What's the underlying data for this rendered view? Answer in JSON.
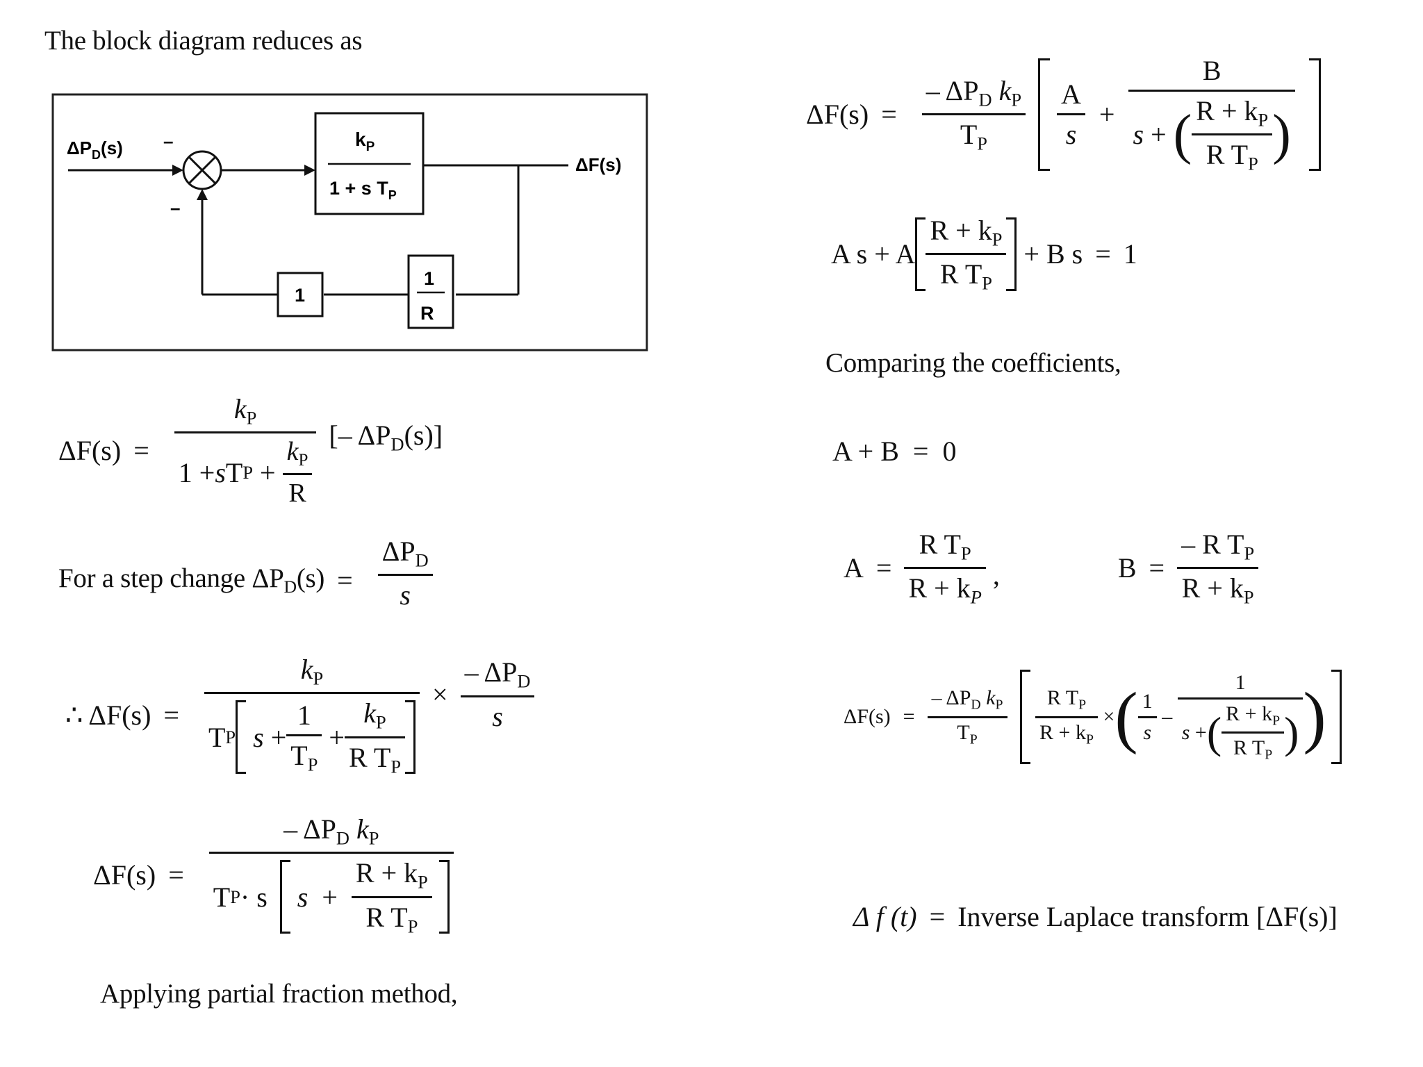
{
  "left": {
    "intro": "The block diagram reduces as",
    "diagram": {
      "input": "ΔP",
      "input_sub": "D",
      "input_arg": "(s)",
      "minus_top": "–",
      "minus_bottom": "–",
      "plant_num": "k",
      "plant_num_sub": "P",
      "plant_den": "1 + s T",
      "plant_den_sub": "P",
      "output": "ΔF(s)",
      "gain_one": "1",
      "droop_num": "1",
      "droop_den": "R"
    },
    "eq1": {
      "lhs": "ΔF(s)",
      "num": "k",
      "den_a": "1 + ",
      "den_s": "s",
      "den_t": " T",
      "inner_num": "k",
      "inner_den": "R",
      "rhs": "[– ΔP",
      "rhs_arg": "(s)]"
    },
    "step": {
      "text": "For a step change  ΔP",
      "arg": "(s)",
      "num": "ΔP",
      "den": "s"
    },
    "eq2": {
      "lhs": "∴ ΔF(s)",
      "num": "k",
      "den_t": "T",
      "den_s": "s",
      "one": "1",
      "frac1_den": "T",
      "frac2_num": "k",
      "frac2_den": "R T",
      "times": "×",
      "rnum": "– ΔP",
      "rden": "s"
    },
    "eq3": {
      "lhs": "ΔF(s)",
      "num": "– ΔP",
      "num_k": " k",
      "den_t": "T",
      "den_dot": " · s",
      "den_s": "s",
      "inner_num": "R + k",
      "inner_den": "R T"
    },
    "partial": "Applying partial fraction method,"
  },
  "right": {
    "eq4": {
      "lhs": "ΔF(s)",
      "num": "– ΔP",
      "num_k": " k",
      "den": "T",
      "A": "A",
      "s": "s",
      "B": "B",
      "inner_num": "R + k",
      "inner_den": "R T"
    },
    "eq5": {
      "pre": "A s + A",
      "inner_num": "R + k",
      "inner_den": "R T",
      "post": "+ B s",
      "eq": "=",
      "rhs": "1"
    },
    "comparing": "Comparing the coefficients,",
    "eq6": "A + B  =  0",
    "eq7": {
      "A": "A",
      "A_num": "R T",
      "A_den": "R + k",
      "B": "B",
      "B_num": "– R T",
      "B_den": "R + k"
    },
    "eq8": {
      "lhs": "ΔF(s)",
      "num": "– ΔP",
      "num_k": " k",
      "den": "T",
      "f1_num": "R T",
      "f1_den": "R + k",
      "times": "×",
      "one": "1",
      "s": "s",
      "inner_num": "R + k",
      "inner_den": "R T"
    },
    "eq9": {
      "lhs": "Δ f (t)",
      "eq": "=",
      "rhs": "Inverse Laplace transform [ΔF(s)]"
    },
    "sub_P": "P",
    "sub_D": "D"
  }
}
